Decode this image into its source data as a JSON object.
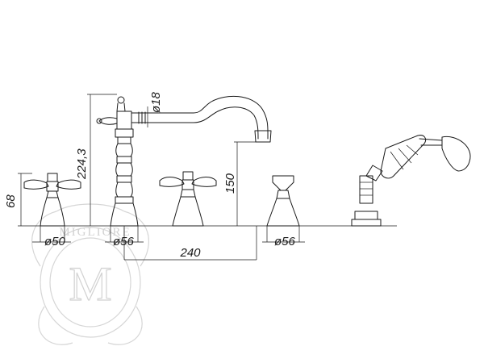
{
  "dimensions": {
    "overall_height": "224,3",
    "spout_diameter": "ø18",
    "spout_height": "150",
    "handle_height": "68",
    "base_diameter_left": "ø50",
    "base_diameter_mid": "ø56",
    "spacing": "240",
    "base_diameter_right": "ø56"
  },
  "watermark": {
    "brand_text": "MIGLIORE",
    "monogram": "M"
  }
}
